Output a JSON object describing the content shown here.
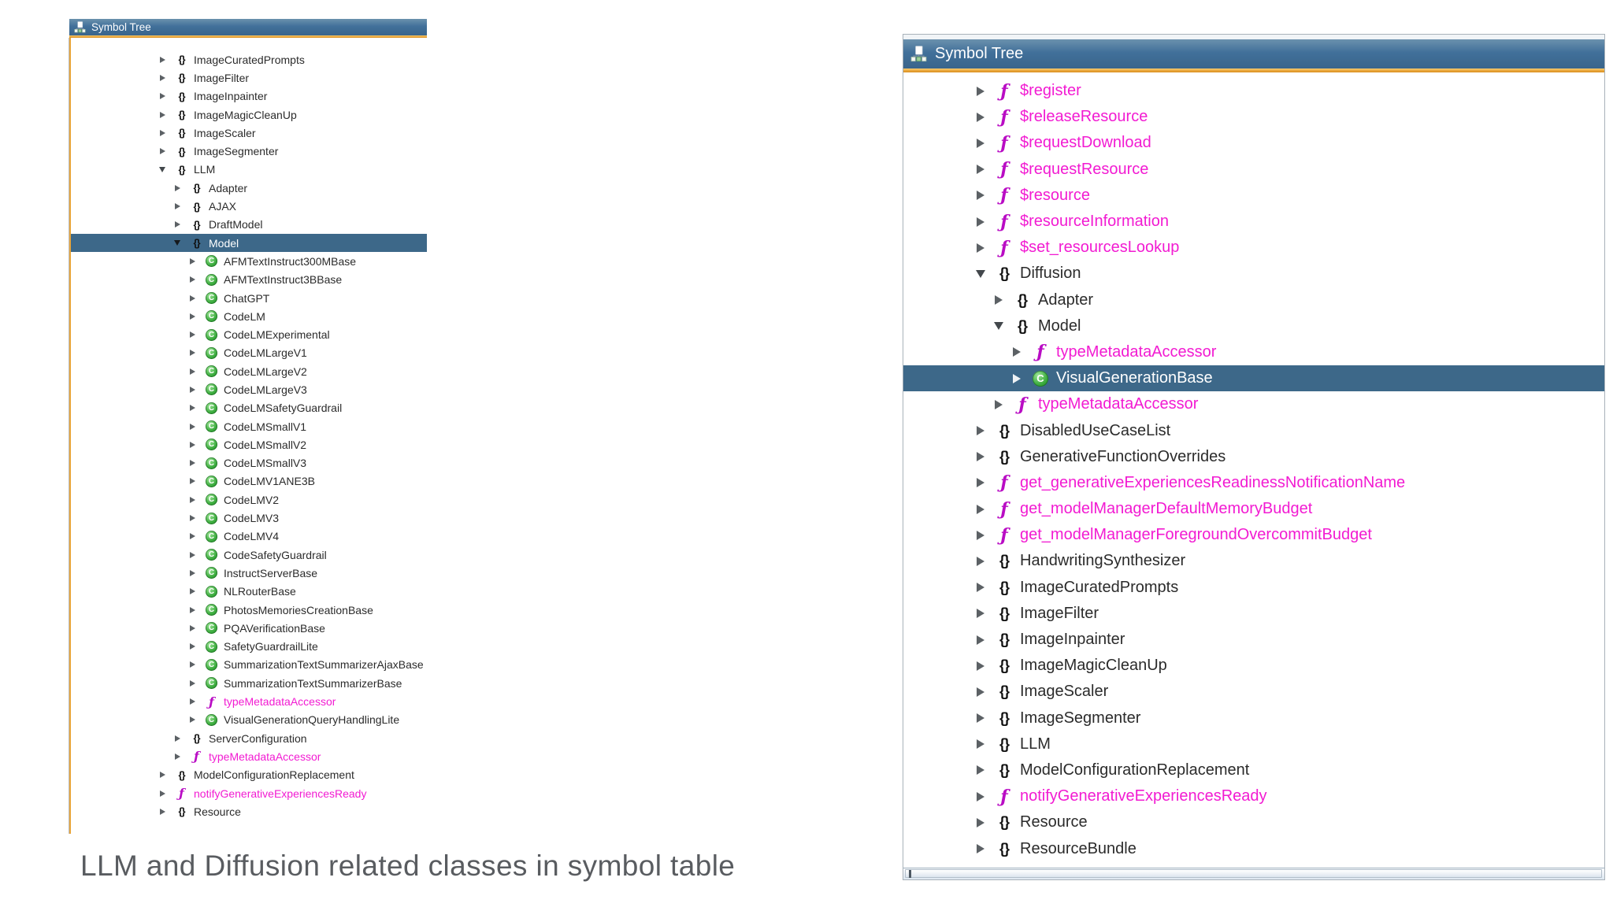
{
  "caption": "LLM and Diffusion related classes in symbol table",
  "icon_glyphs": {
    "namespace": "{}",
    "class": "C",
    "function": "ƒ"
  },
  "colors": {
    "header_blue": "#3e6b90",
    "focus_highlight_orange": "#e8a336",
    "selection_blue": "#3d6889",
    "function_text_pink": "#f21bd2",
    "function_icon_purple": "#b90cc4",
    "class_icon_green": "#2f9e33"
  },
  "panels": {
    "left": {
      "title": "Symbol Tree",
      "items": [
        {
          "label": "ImageCuratedPrompts",
          "type": "namespace",
          "depth": 0,
          "state": "collapsed"
        },
        {
          "label": "ImageFilter",
          "type": "namespace",
          "depth": 0,
          "state": "collapsed"
        },
        {
          "label": "ImageInpainter",
          "type": "namespace",
          "depth": 0,
          "state": "collapsed"
        },
        {
          "label": "ImageMagicCleanUp",
          "type": "namespace",
          "depth": 0,
          "state": "collapsed"
        },
        {
          "label": "ImageScaler",
          "type": "namespace",
          "depth": 0,
          "state": "collapsed"
        },
        {
          "label": "ImageSegmenter",
          "type": "namespace",
          "depth": 0,
          "state": "collapsed"
        },
        {
          "label": "LLM",
          "type": "namespace",
          "depth": 0,
          "state": "expanded"
        },
        {
          "label": "Adapter",
          "type": "namespace",
          "depth": 1,
          "state": "collapsed"
        },
        {
          "label": "AJAX",
          "type": "namespace",
          "depth": 1,
          "state": "collapsed"
        },
        {
          "label": "DraftModel",
          "type": "namespace",
          "depth": 1,
          "state": "collapsed"
        },
        {
          "label": "Model",
          "type": "namespace",
          "depth": 1,
          "state": "expanded",
          "selected": true
        },
        {
          "label": "AFMTextInstruct300MBase",
          "type": "class",
          "depth": 2,
          "state": "collapsed"
        },
        {
          "label": "AFMTextInstruct3BBase",
          "type": "class",
          "depth": 2,
          "state": "collapsed"
        },
        {
          "label": "ChatGPT",
          "type": "class",
          "depth": 2,
          "state": "collapsed"
        },
        {
          "label": "CodeLM",
          "type": "class",
          "depth": 2,
          "state": "collapsed"
        },
        {
          "label": "CodeLMExperimental",
          "type": "class",
          "depth": 2,
          "state": "collapsed"
        },
        {
          "label": "CodeLMLargeV1",
          "type": "class",
          "depth": 2,
          "state": "collapsed"
        },
        {
          "label": "CodeLMLargeV2",
          "type": "class",
          "depth": 2,
          "state": "collapsed"
        },
        {
          "label": "CodeLMLargeV3",
          "type": "class",
          "depth": 2,
          "state": "collapsed"
        },
        {
          "label": "CodeLMSafetyGuardrail",
          "type": "class",
          "depth": 2,
          "state": "collapsed"
        },
        {
          "label": "CodeLMSmallV1",
          "type": "class",
          "depth": 2,
          "state": "collapsed"
        },
        {
          "label": "CodeLMSmallV2",
          "type": "class",
          "depth": 2,
          "state": "collapsed"
        },
        {
          "label": "CodeLMSmallV3",
          "type": "class",
          "depth": 2,
          "state": "collapsed"
        },
        {
          "label": "CodeLMV1ANE3B",
          "type": "class",
          "depth": 2,
          "state": "collapsed"
        },
        {
          "label": "CodeLMV2",
          "type": "class",
          "depth": 2,
          "state": "collapsed"
        },
        {
          "label": "CodeLMV3",
          "type": "class",
          "depth": 2,
          "state": "collapsed"
        },
        {
          "label": "CodeLMV4",
          "type": "class",
          "depth": 2,
          "state": "collapsed"
        },
        {
          "label": "CodeSafetyGuardrail",
          "type": "class",
          "depth": 2,
          "state": "collapsed"
        },
        {
          "label": "InstructServerBase",
          "type": "class",
          "depth": 2,
          "state": "collapsed"
        },
        {
          "label": "NLRouterBase",
          "type": "class",
          "depth": 2,
          "state": "collapsed"
        },
        {
          "label": "PhotosMemoriesCreationBase",
          "type": "class",
          "depth": 2,
          "state": "collapsed"
        },
        {
          "label": "PQAVerificationBase",
          "type": "class",
          "depth": 2,
          "state": "collapsed"
        },
        {
          "label": "SafetyGuardrailLite",
          "type": "class",
          "depth": 2,
          "state": "collapsed"
        },
        {
          "label": "SummarizationTextSummarizerAjaxBase",
          "type": "class",
          "depth": 2,
          "state": "collapsed"
        },
        {
          "label": "SummarizationTextSummarizerBase",
          "type": "class",
          "depth": 2,
          "state": "collapsed"
        },
        {
          "label": "typeMetadataAccessor",
          "type": "function",
          "depth": 2,
          "state": "collapsed"
        },
        {
          "label": "VisualGenerationQueryHandlingLite",
          "type": "class",
          "depth": 2,
          "state": "collapsed"
        },
        {
          "label": "ServerConfiguration",
          "type": "namespace",
          "depth": 1,
          "state": "collapsed"
        },
        {
          "label": "typeMetadataAccessor",
          "type": "function",
          "depth": 1,
          "state": "collapsed"
        },
        {
          "label": "ModelConfigurationReplacement",
          "type": "namespace",
          "depth": 0,
          "state": "collapsed"
        },
        {
          "label": "notifyGenerativeExperiencesReady",
          "type": "function",
          "depth": 0,
          "state": "collapsed"
        },
        {
          "label": "Resource",
          "type": "namespace",
          "depth": 0,
          "state": "collapsed"
        }
      ]
    },
    "right": {
      "title": "Symbol Tree",
      "items": [
        {
          "label": "$register",
          "type": "function",
          "depth": 0,
          "state": "collapsed"
        },
        {
          "label": "$releaseResource",
          "type": "function",
          "depth": 0,
          "state": "collapsed"
        },
        {
          "label": "$requestDownload",
          "type": "function",
          "depth": 0,
          "state": "collapsed"
        },
        {
          "label": "$requestResource",
          "type": "function",
          "depth": 0,
          "state": "collapsed"
        },
        {
          "label": "$resource",
          "type": "function",
          "depth": 0,
          "state": "collapsed"
        },
        {
          "label": "$resourceInformation",
          "type": "function",
          "depth": 0,
          "state": "collapsed"
        },
        {
          "label": "$set_resourcesLookup",
          "type": "function",
          "depth": 0,
          "state": "collapsed"
        },
        {
          "label": "Diffusion",
          "type": "namespace",
          "depth": 0,
          "state": "expanded"
        },
        {
          "label": "Adapter",
          "type": "namespace",
          "depth": 1,
          "state": "collapsed"
        },
        {
          "label": "Model",
          "type": "namespace",
          "depth": 1,
          "state": "expanded"
        },
        {
          "label": "typeMetadataAccessor",
          "type": "function",
          "depth": 2,
          "state": "collapsed"
        },
        {
          "label": "VisualGenerationBase",
          "type": "class",
          "depth": 2,
          "state": "collapsed",
          "selected": true
        },
        {
          "label": "typeMetadataAccessor",
          "type": "function",
          "depth": 1,
          "state": "collapsed"
        },
        {
          "label": "DisabledUseCaseList",
          "type": "namespace",
          "depth": 0,
          "state": "collapsed"
        },
        {
          "label": "GenerativeFunctionOverrides",
          "type": "namespace",
          "depth": 0,
          "state": "collapsed"
        },
        {
          "label": "get_generativeExperiencesReadinessNotificationName",
          "type": "function",
          "depth": 0,
          "state": "collapsed"
        },
        {
          "label": "get_modelManagerDefaultMemoryBudget",
          "type": "function",
          "depth": 0,
          "state": "collapsed"
        },
        {
          "label": "get_modelManagerForegroundOvercommitBudget",
          "type": "function",
          "depth": 0,
          "state": "collapsed"
        },
        {
          "label": "HandwritingSynthesizer",
          "type": "namespace",
          "depth": 0,
          "state": "collapsed"
        },
        {
          "label": "ImageCuratedPrompts",
          "type": "namespace",
          "depth": 0,
          "state": "collapsed"
        },
        {
          "label": "ImageFilter",
          "type": "namespace",
          "depth": 0,
          "state": "collapsed"
        },
        {
          "label": "ImageInpainter",
          "type": "namespace",
          "depth": 0,
          "state": "collapsed"
        },
        {
          "label": "ImageMagicCleanUp",
          "type": "namespace",
          "depth": 0,
          "state": "collapsed"
        },
        {
          "label": "ImageScaler",
          "type": "namespace",
          "depth": 0,
          "state": "collapsed"
        },
        {
          "label": "ImageSegmenter",
          "type": "namespace",
          "depth": 0,
          "state": "collapsed"
        },
        {
          "label": "LLM",
          "type": "namespace",
          "depth": 0,
          "state": "collapsed"
        },
        {
          "label": "ModelConfigurationReplacement",
          "type": "namespace",
          "depth": 0,
          "state": "collapsed"
        },
        {
          "label": "notifyGenerativeExperiencesReady",
          "type": "function",
          "depth": 0,
          "state": "collapsed"
        },
        {
          "label": "Resource",
          "type": "namespace",
          "depth": 0,
          "state": "collapsed"
        },
        {
          "label": "ResourceBundle",
          "type": "namespace",
          "depth": 0,
          "state": "collapsed"
        }
      ]
    }
  }
}
